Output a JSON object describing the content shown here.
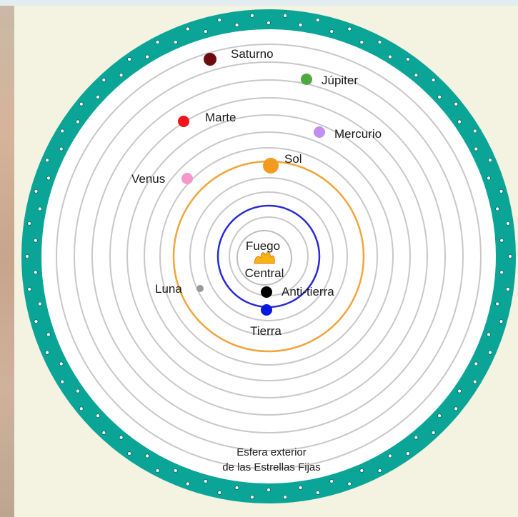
{
  "diagram": {
    "colors": {
      "background": "#f4f2e1",
      "outer_band": "#0aa597",
      "orbit_gray": "#c8c8c8",
      "sun_orbit": "#f2a43a",
      "earth_orbit": "#2a2ad6"
    },
    "central_fire": {
      "line1": "Fuego",
      "line2": "Central"
    },
    "bodies": [
      {
        "id": "antitierra",
        "label": "Anti-tierra",
        "color": "#000000"
      },
      {
        "id": "tierra",
        "label": "Tierra",
        "color": "#0a18e0"
      },
      {
        "id": "luna",
        "label": "Luna",
        "color": "#9a9a9a"
      },
      {
        "id": "sol",
        "label": "Sol",
        "color": "#f29b1f"
      },
      {
        "id": "venus",
        "label": "Venus",
        "color": "#f598c8"
      },
      {
        "id": "mercurio",
        "label": "Mercurio",
        "color": "#c38df2"
      },
      {
        "id": "marte",
        "label": "Marte",
        "color": "#f2131b"
      },
      {
        "id": "jupiter",
        "label": "Júpiter",
        "color": "#4fa83d"
      },
      {
        "id": "saturno",
        "label": "Saturno",
        "color": "#6e0c12"
      }
    ],
    "fixed_stars": {
      "line1": "Esfera exterior",
      "line2": "de las Estrellas Fijas"
    }
  }
}
